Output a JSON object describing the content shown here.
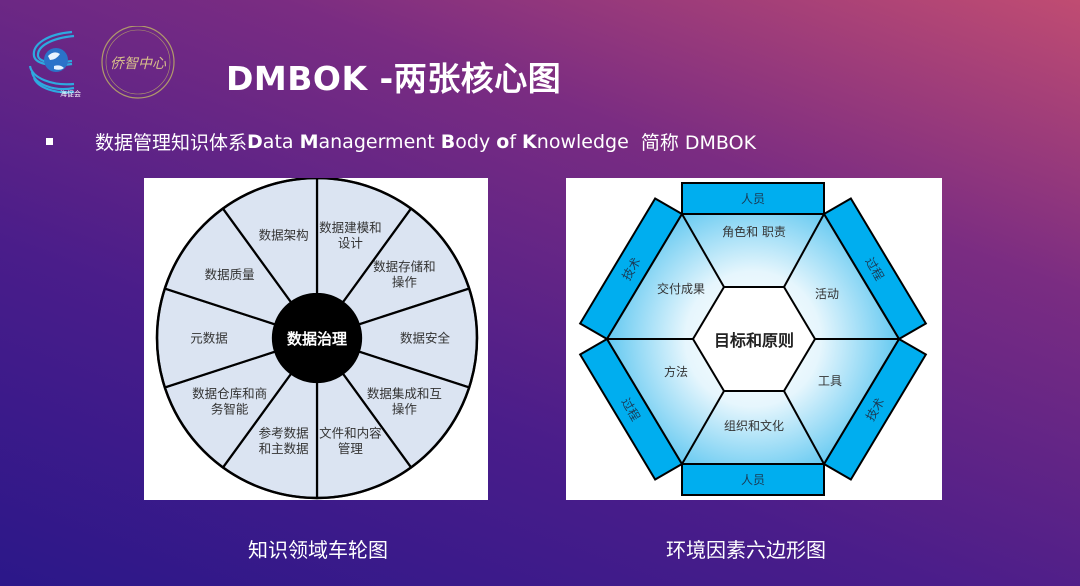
{
  "slide": {
    "title": "DMBOK -两张核心图",
    "bullet": {
      "cn": "数据管理知识体系 ",
      "en_parts": [
        {
          "text": "D",
          "bold": true
        },
        {
          "text": "ata ",
          "bold": false
        },
        {
          "text": "M",
          "bold": true
        },
        {
          "text": "anagerment ",
          "bold": false
        },
        {
          "text": "B",
          "bold": true
        },
        {
          "text": "ody ",
          "bold": false
        },
        {
          "text": "o",
          "bold": true
        },
        {
          "text": "f ",
          "bold": false
        },
        {
          "text": "K",
          "bold": true
        },
        {
          "text": "nowledge",
          "bold": false
        }
      ],
      "suffix": "  简称 DMBOK"
    },
    "logos": {
      "left_label": "海促会",
      "right_label": "侨智中心"
    },
    "colors": {
      "band_blue": "#00aeef",
      "wedge_fill": "#dbe4f2",
      "hub_black": "#000000"
    }
  },
  "wheel": {
    "caption": "知识领域车轮图",
    "hub": "数据治理",
    "segments": [
      [
        "数据建模和",
        "设计"
      ],
      [
        "数据存储和",
        "操作"
      ],
      [
        "数据安全"
      ],
      [
        "数据集成和互",
        "操作"
      ],
      [
        "文件和内容",
        "管理"
      ],
      [
        "参考数据",
        "和主数据"
      ],
      [
        "数据仓库和商",
        "务智能"
      ],
      [
        "元数据"
      ],
      [
        "数据质量"
      ],
      [
        "数据架构"
      ]
    ]
  },
  "hexagon": {
    "caption": "环境因素六边形图",
    "center": "目标和原则",
    "inner": {
      "top": "角色和 职责",
      "top_right": "活动",
      "bottom_right": "工具",
      "bottom": "组织和文化",
      "bottom_left": "方法",
      "top_left": "交付成果"
    },
    "bands": {
      "top": "人员",
      "top_right": "过程",
      "bottom_right": "技术",
      "bottom": "人员",
      "bottom_left": "过程",
      "top_left": "技术"
    }
  }
}
